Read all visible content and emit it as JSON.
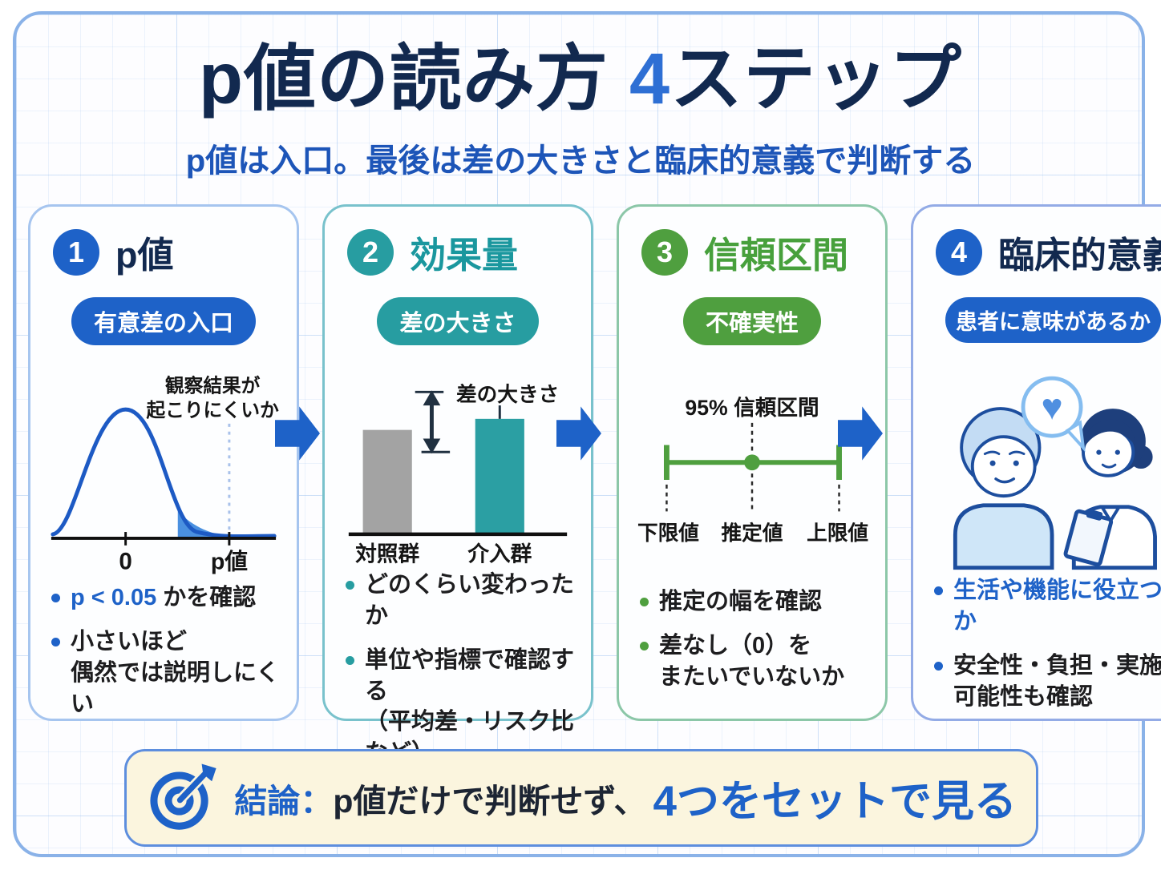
{
  "header": {
    "title_prefix": "p値の読み方 ",
    "title_number": "4",
    "title_suffix": "ステップ",
    "subtitle": "p値は入口。最後は差の大きさと臨床的意義で判断する"
  },
  "cards": [
    {
      "number": "1",
      "title": "p値",
      "badge": "有意差の入口",
      "diagram": {
        "annotation_line1": "観察結果が",
        "annotation_line2": "起こりにくいか",
        "zero_label": "0",
        "p_label": "p値"
      },
      "bullets": {
        "b1_strong": "p < 0.05",
        "b1_rest": " かを確認",
        "b2": "小さいほど\n偶然では説明しにくい"
      }
    },
    {
      "number": "2",
      "title": "効果量",
      "badge": "差の大きさ",
      "diagram": {
        "arrow_label": "差の大きさ",
        "bar1_label": "対照群",
        "bar2_label": "介入群"
      },
      "bullets": {
        "b1": "どのくらい変わったか",
        "b2": "単位や指標で確認する\n（平均差・リスク比など）"
      }
    },
    {
      "number": "3",
      "title": "信頼区間",
      "badge": "不確実性",
      "diagram": {
        "ci_label": "95% 信頼区間",
        "lower_label": "下限値",
        "point_label": "推定値",
        "upper_label": "上限値"
      },
      "bullets": {
        "b1": "推定の幅を確認",
        "b2": "差なし（0）を\nまたいでいないか"
      }
    },
    {
      "number": "4",
      "title": "臨床的意義",
      "badge": "患者に意味があるか",
      "bullets": {
        "b1": "生活や機能に役立つか",
        "b2": "安全性・負担・実施\n可能性も確認"
      }
    }
  ],
  "conclusion": {
    "label": "結論：",
    "text": "p値だけで判断せず、",
    "emphasis": "4つをセットで見る"
  },
  "icons": {
    "heart": "heart-icon",
    "target": "target-arrow-icon",
    "step_arrow": "block-arrow-right-icon"
  },
  "colors": {
    "blue_accent": "#1e62c8",
    "navy_text": "#12294f",
    "teal_accent": "#279da1",
    "green_accent": "#4f9f3f",
    "gray_bar": "#a3a3a3",
    "cream_bg": "#fbf5de"
  }
}
